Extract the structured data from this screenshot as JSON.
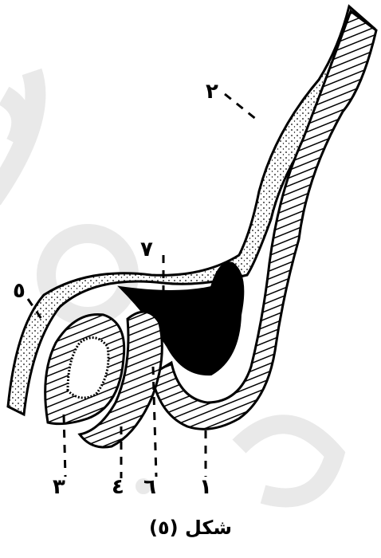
{
  "labels": {
    "l1": "١",
    "l2": "٢",
    "l3": "٣",
    "l4": "٤",
    "l5": "٥",
    "l6": "٦",
    "l7": "٧"
  },
  "caption": "شكل (٥)",
  "colors": {
    "ink": "#000000",
    "paper": "#ffffff",
    "watermark": "#e7e7e7"
  },
  "watermark": "e.a"
}
